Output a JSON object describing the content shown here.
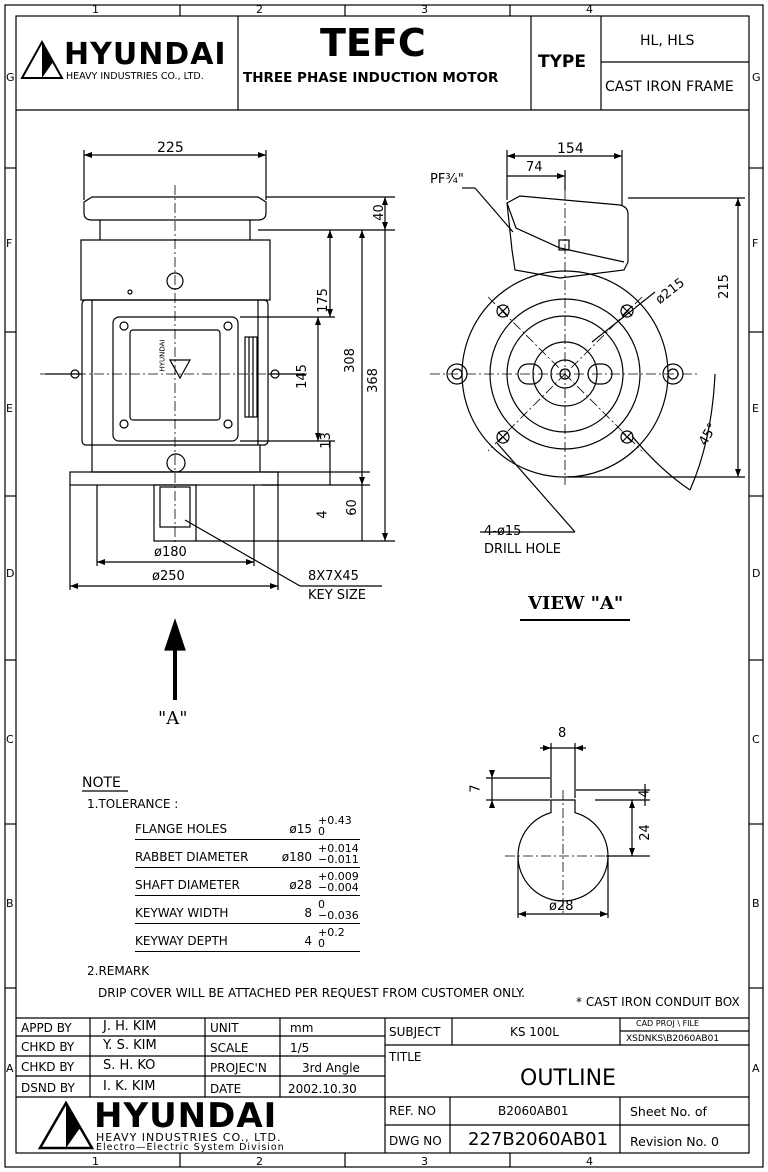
{
  "grid": {
    "columns": [
      "1",
      "2",
      "3",
      "4"
    ],
    "rows_left": [
      "G",
      "F",
      "E",
      "D",
      "C",
      "B",
      "A"
    ],
    "rows_right": [
      "G",
      "F",
      "E",
      "D",
      "C",
      "B",
      "A"
    ]
  },
  "header": {
    "company": "HYUNDAI",
    "company_sub": "HEAVY INDUSTRIES CO., LTD.",
    "product_code": "TEFC",
    "product_name": "THREE PHASE INDUCTION MOTOR",
    "type_label": "TYPE",
    "type_value": "HL, HLS",
    "frame": "CAST IRON FRAME"
  },
  "front_view": {
    "dim_top_width": "225",
    "dim_40": "40",
    "dim_175": "175",
    "dim_308": "308",
    "dim_368": "368",
    "dim_145": "145",
    "dim_13": "13",
    "dim_4": "4",
    "dim_60": "60",
    "dim_d180": "ø180",
    "dim_d250": "ø250",
    "key_size_value": "8X7X45",
    "key_size_label": "KEY SIZE",
    "nameplate_brand": "HYUNDAI"
  },
  "view_a": {
    "dim_154": "154",
    "dim_74": "74",
    "pf_label": "PF¾\"",
    "dim_d215": "ø215",
    "dim_215": "215",
    "dim_45deg": "45°",
    "drill_qty": "4-ø15",
    "drill_label": "DRILL HOLE",
    "title": "VIEW \"A\""
  },
  "arrow_label": "\"A\"",
  "shaft_section": {
    "dim_8": "8",
    "dim_7": "7",
    "dim_4": "4",
    "dim_24": "24",
    "dim_d28": "ø28"
  },
  "note": {
    "title": "NOTE",
    "tol_heading": "1.TOLERANCE :",
    "rows": [
      {
        "label": "FLANGE HOLES",
        "nominal": "ø15",
        "upper": "+0.43",
        "lower": "0"
      },
      {
        "label": "RABBET DIAMETER",
        "nominal": "ø180",
        "upper": "+0.014",
        "lower": "−0.011"
      },
      {
        "label": "SHAFT DIAMETER",
        "nominal": "ø28",
        "upper": "+0.009",
        "lower": "−0.004"
      },
      {
        "label": "KEYWAY WIDTH",
        "nominal": "8",
        "upper": "0",
        "lower": "−0.036"
      },
      {
        "label": "KEYWAY DEPTH",
        "nominal": "4",
        "upper": "+0.2",
        "lower": "0"
      }
    ],
    "remark_heading": "2.REMARK",
    "remark_text": "DRIP COVER WILL BE ATTACHED PER REQUEST FROM CUSTOMER ONLY.",
    "conduit_note": "* CAST IRON CONDUIT BOX"
  },
  "title_block": {
    "appd_label": "APPD  BY",
    "appd_value": "J. H. KIM",
    "chkd1_label": "CHKD  BY",
    "chkd1_value": "Y. S. KIM",
    "chkd2_label": "CHKD  BY",
    "chkd2_value": "S. H. KO",
    "dsnd_label": "DSND  BY",
    "dsnd_value": "I. K. KIM",
    "unit_label": "UNIT",
    "unit_value": "mm",
    "scale_label": "SCALE",
    "scale_value": "1/5",
    "proj_label": "PROJEC'N",
    "proj_value": "3rd Angle",
    "date_label": "DATE",
    "date_value": "2002.10.30",
    "subject_label": "SUBJECT",
    "subject_value": "KS 100L",
    "cad_label": "CAD PROJ    \\ FILE",
    "cad_value": "XSDNKS\\B2060AB01",
    "title_label": "TITLE",
    "title_value": "OUTLINE",
    "ref_label": "REF. NO",
    "ref_value": "B2060AB01",
    "sheet_label": "Sheet No.     of",
    "dwg_label": "DWG  NO",
    "dwg_value": "227B2060AB01",
    "revision_label": "Revision No.   0",
    "company": "HYUNDAI",
    "company_sub": "HEAVY INDUSTRIES CO., LTD.",
    "division": "Electro—Electric System Division"
  }
}
